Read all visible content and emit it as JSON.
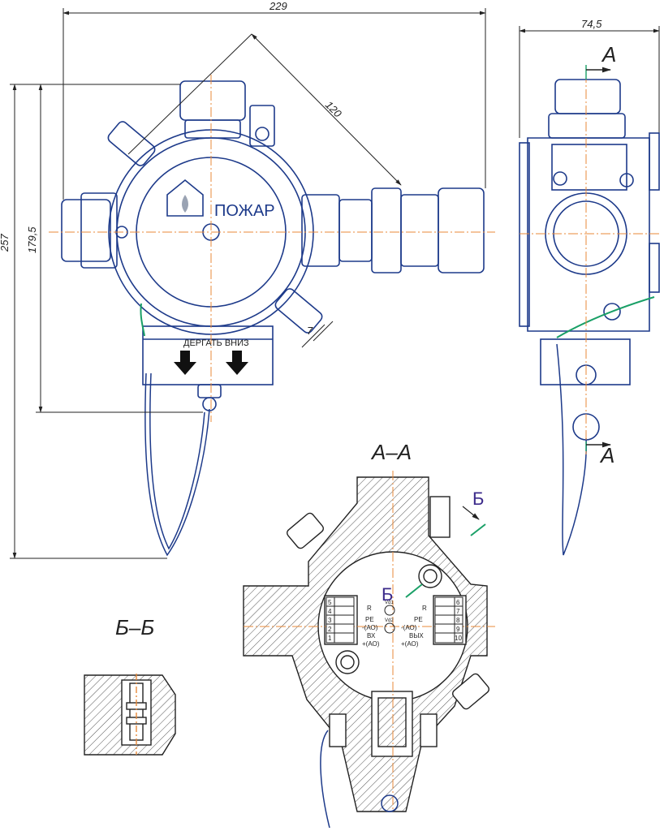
{
  "dimensions": {
    "width_total": "229",
    "height_total": "257",
    "height_body": "179,5",
    "diagonal": "120",
    "side_width": "74,5",
    "gap": "7"
  },
  "brand": {
    "text": "ПОЖАР"
  },
  "handle": {
    "label": "ДЕРГАТЬ ВНИЗ"
  },
  "sections": {
    "aa_title": "А–А",
    "bb_title": "Б–Б",
    "a_mark_top": "А",
    "a_mark_bottom": "А",
    "b_mark_right": "Б",
    "b_mark_inner": "Б"
  },
  "terminals": {
    "left_numbers": [
      "5",
      "4",
      "3",
      "2",
      "1"
    ],
    "right_numbers": [
      "6",
      "7",
      "8",
      "9",
      "10"
    ],
    "left_r": "R",
    "right_r": "R",
    "vd1": "Vd1",
    "vd2": "Vd2",
    "left_labels": [
      "PE",
      "-(АО)",
      "ВХ",
      "+(АО)"
    ],
    "right_labels": [
      "PE",
      "-(АО)",
      "ВЫХ",
      "+(АО)"
    ]
  },
  "colors": {
    "outline": "#1d3a8a",
    "axis": "#e88a3a",
    "wire": "#1aa067",
    "hatch": "#444444"
  }
}
